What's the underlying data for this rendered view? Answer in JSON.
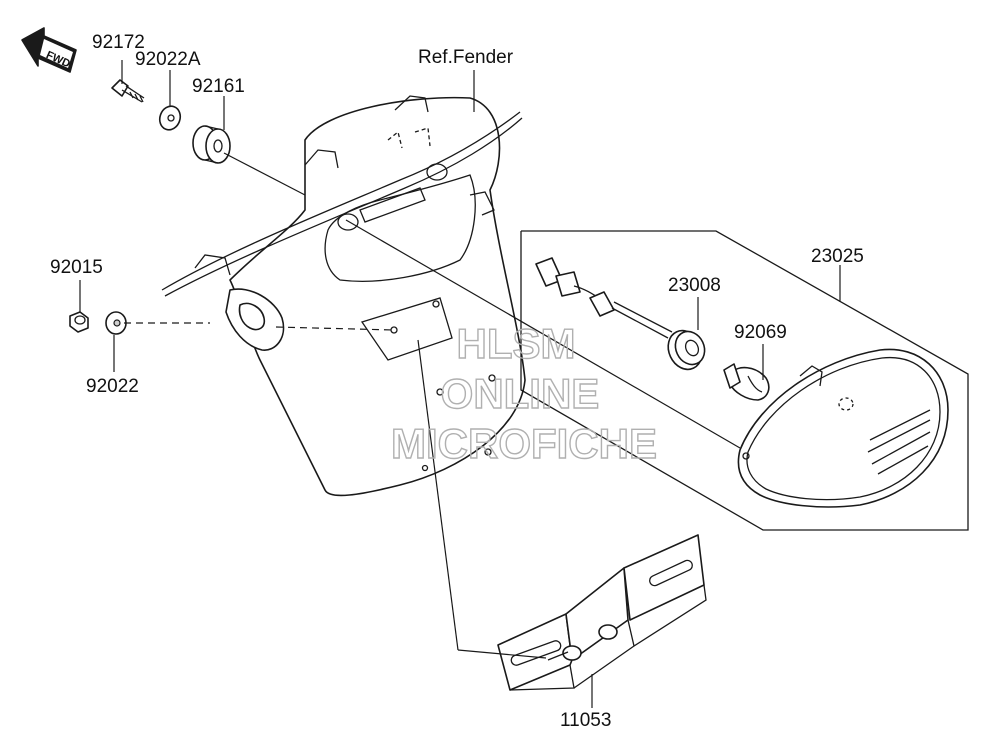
{
  "reference_label": "Ref.Fender",
  "direction_badge": "FWD",
  "parts": [
    {
      "number": "92172"
    },
    {
      "number": "92022A"
    },
    {
      "number": "92161"
    },
    {
      "number": "92015"
    },
    {
      "number": "92022"
    },
    {
      "number": "23025"
    },
    {
      "number": "23008"
    },
    {
      "number": "92069"
    },
    {
      "number": "11053"
    }
  ],
  "watermark": {
    "line1": "HLSM",
    "line2": "ONLINE",
    "line3": "MICROFICHE"
  }
}
